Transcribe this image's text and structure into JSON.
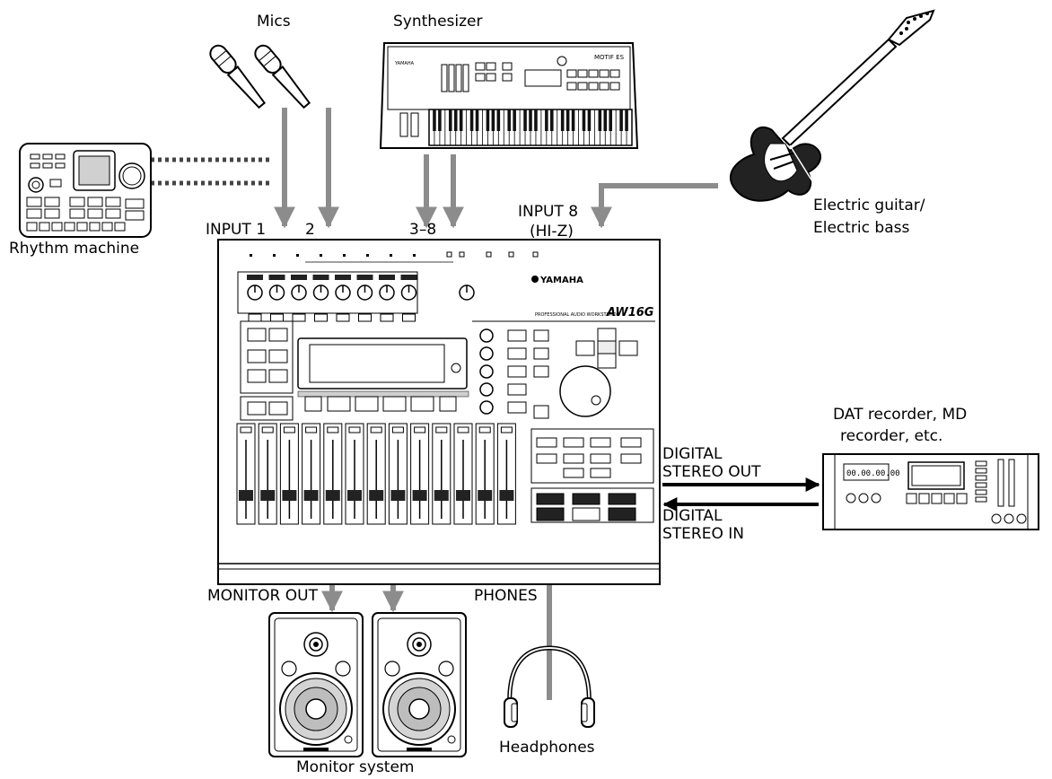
{
  "labels": {
    "mics": "Mics",
    "synthesizer": "Synthesizer",
    "rhythm_machine": "Rhythm machine",
    "electric_guitar_line1": "Electric guitar/",
    "electric_guitar_line2": "Electric bass",
    "input1": "INPUT 1",
    "input2": "2",
    "input3_8": "3–8",
    "input8_line1": "INPUT 8",
    "input8_line2": "(HI-Z)",
    "dat_line1": "DAT recorder, MD",
    "dat_line2": "recorder, etc.",
    "digital_out_line1": "DIGITAL",
    "digital_out_line2": "STEREO OUT",
    "digital_in_line1": "DIGITAL",
    "digital_in_line2": "STEREO IN",
    "monitor_out": "MONITOR OUT",
    "phones": "PHONES",
    "monitor_system": "Monitor system",
    "headphones": "Headphones"
  },
  "device": {
    "brand": "YAMAHA",
    "model": "AW16G",
    "subtitle": "PROFESSIONAL AUDIO WORKSTATION",
    "dat_display": "00.00.00.00"
  },
  "colors": {
    "cable": "#8c8c8c",
    "outline": "#000000",
    "panel_fill": "#ffffff",
    "dark": "#1a1a1a"
  },
  "icons": [
    "microphone-icon",
    "synthesizer-icon",
    "rhythm-machine-icon",
    "guitar-icon",
    "mixer-icon",
    "dat-recorder-icon",
    "speaker-icon",
    "headphones-icon"
  ]
}
